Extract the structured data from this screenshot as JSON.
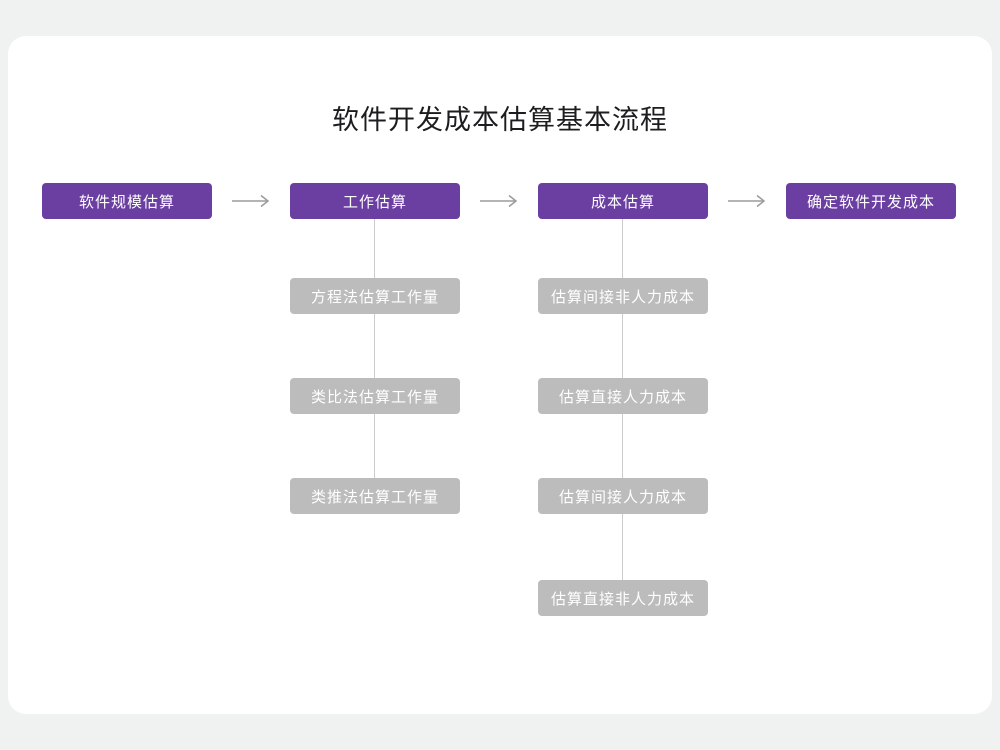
{
  "title": "软件开发成本估算基本流程",
  "colors": {
    "primary_node": "#6b3fa2",
    "sub_node": "#bcbcbc",
    "connector": "#cccccc",
    "card_background": "#ffffff",
    "page_background": "#f0f1f1",
    "title_text": "#1d1d1f"
  },
  "main_steps": [
    {
      "label": "软件规模估算"
    },
    {
      "label": "工作估算"
    },
    {
      "label": "成本估算"
    },
    {
      "label": "确定软件开发成本"
    }
  ],
  "work_sub_steps": [
    {
      "label": "方程法估算工作量"
    },
    {
      "label": "类比法估算工作量"
    },
    {
      "label": "类推法估算工作量"
    }
  ],
  "cost_sub_steps": [
    {
      "label": "估算间接非人力成本"
    },
    {
      "label": "估算直接人力成本"
    },
    {
      "label": "估算间接人力成本"
    },
    {
      "label": "估算直接非人力成本"
    }
  ]
}
